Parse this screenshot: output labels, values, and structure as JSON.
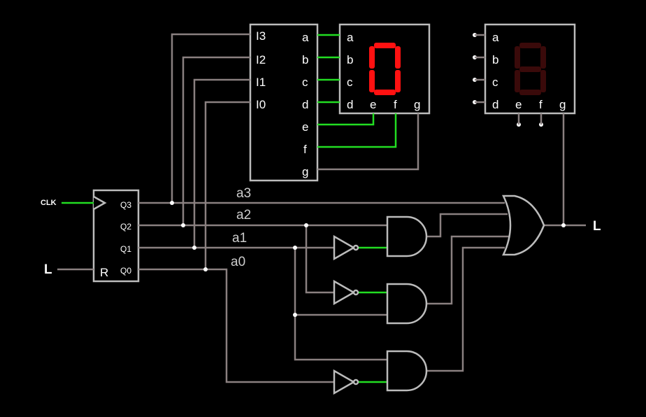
{
  "decoder": {
    "inputs": [
      "I3",
      "I2",
      "I1",
      "I0"
    ],
    "outputs": [
      "a",
      "b",
      "c",
      "d",
      "e",
      "f",
      "g"
    ]
  },
  "display1": {
    "pins_left": [
      "a",
      "b",
      "c",
      "d"
    ],
    "pins_bottom": [
      "e",
      "f",
      "g"
    ],
    "segments_on": [
      "a",
      "b",
      "c",
      "d",
      "e",
      "f"
    ],
    "on_color": "#ff1111"
  },
  "display2": {
    "pins_left": [
      "a",
      "b",
      "c",
      "d"
    ],
    "pins_bottom": [
      "e",
      "f",
      "g"
    ],
    "segments_on": [],
    "off_color": "#3a0a0a"
  },
  "counter": {
    "clock_label": "CLK",
    "reset_label": "R",
    "outputs": [
      "Q3",
      "Q2",
      "Q1",
      "Q0"
    ]
  },
  "signals": {
    "a3": "a3",
    "a2": "a2",
    "a1": "a1",
    "a0": "a0"
  },
  "io": {
    "reset_input": "L",
    "or_output": "L"
  },
  "colors": {
    "wire": "#8a8080",
    "active_wire": "#22dd22",
    "component_outline": "#bcbcbc",
    "background": "#000000"
  }
}
